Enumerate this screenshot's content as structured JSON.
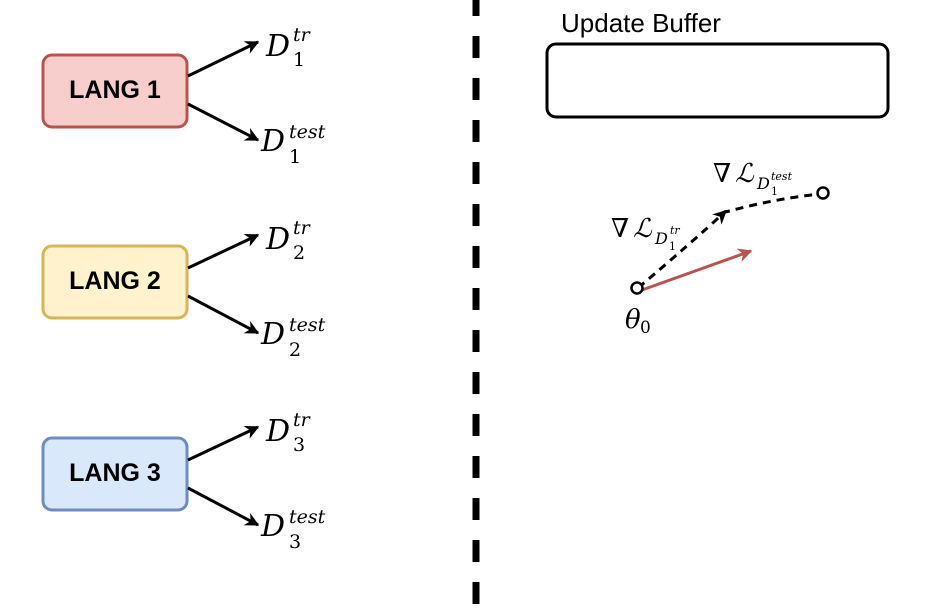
{
  "languages": [
    {
      "label": "LANG 1",
      "fill": "#f8cecc",
      "stroke": "#b85450",
      "train": {
        "base": "D",
        "sup": "tr",
        "sub": "1"
      },
      "test": {
        "base": "D",
        "sup": "test",
        "sub": "1"
      }
    },
    {
      "label": "LANG 2",
      "fill": "#fff2cc",
      "stroke": "#d6b656",
      "train": {
        "base": "D",
        "sup": "tr",
        "sub": "2"
      },
      "test": {
        "base": "D",
        "sup": "test",
        "sub": "2"
      }
    },
    {
      "label": "LANG 3",
      "fill": "#dae8fc",
      "stroke": "#6c8ebf",
      "train": {
        "base": "D",
        "sup": "tr",
        "sub": "3"
      },
      "test": {
        "base": "D",
        "sup": "test",
        "sub": "3"
      }
    }
  ],
  "buffer": {
    "title": "Update Buffer"
  },
  "gradient": {
    "start_label": {
      "base": "θ",
      "sub": "0"
    },
    "step1": {
      "nabla": "∇",
      "loss": "ℒ",
      "base": "D",
      "sup": "tr",
      "sub": "1"
    },
    "step2": {
      "nabla": "∇",
      "loss": "ℒ",
      "base": "D",
      "sup": "test",
      "sub": "1"
    },
    "update_arrow_color": "#b85450"
  }
}
